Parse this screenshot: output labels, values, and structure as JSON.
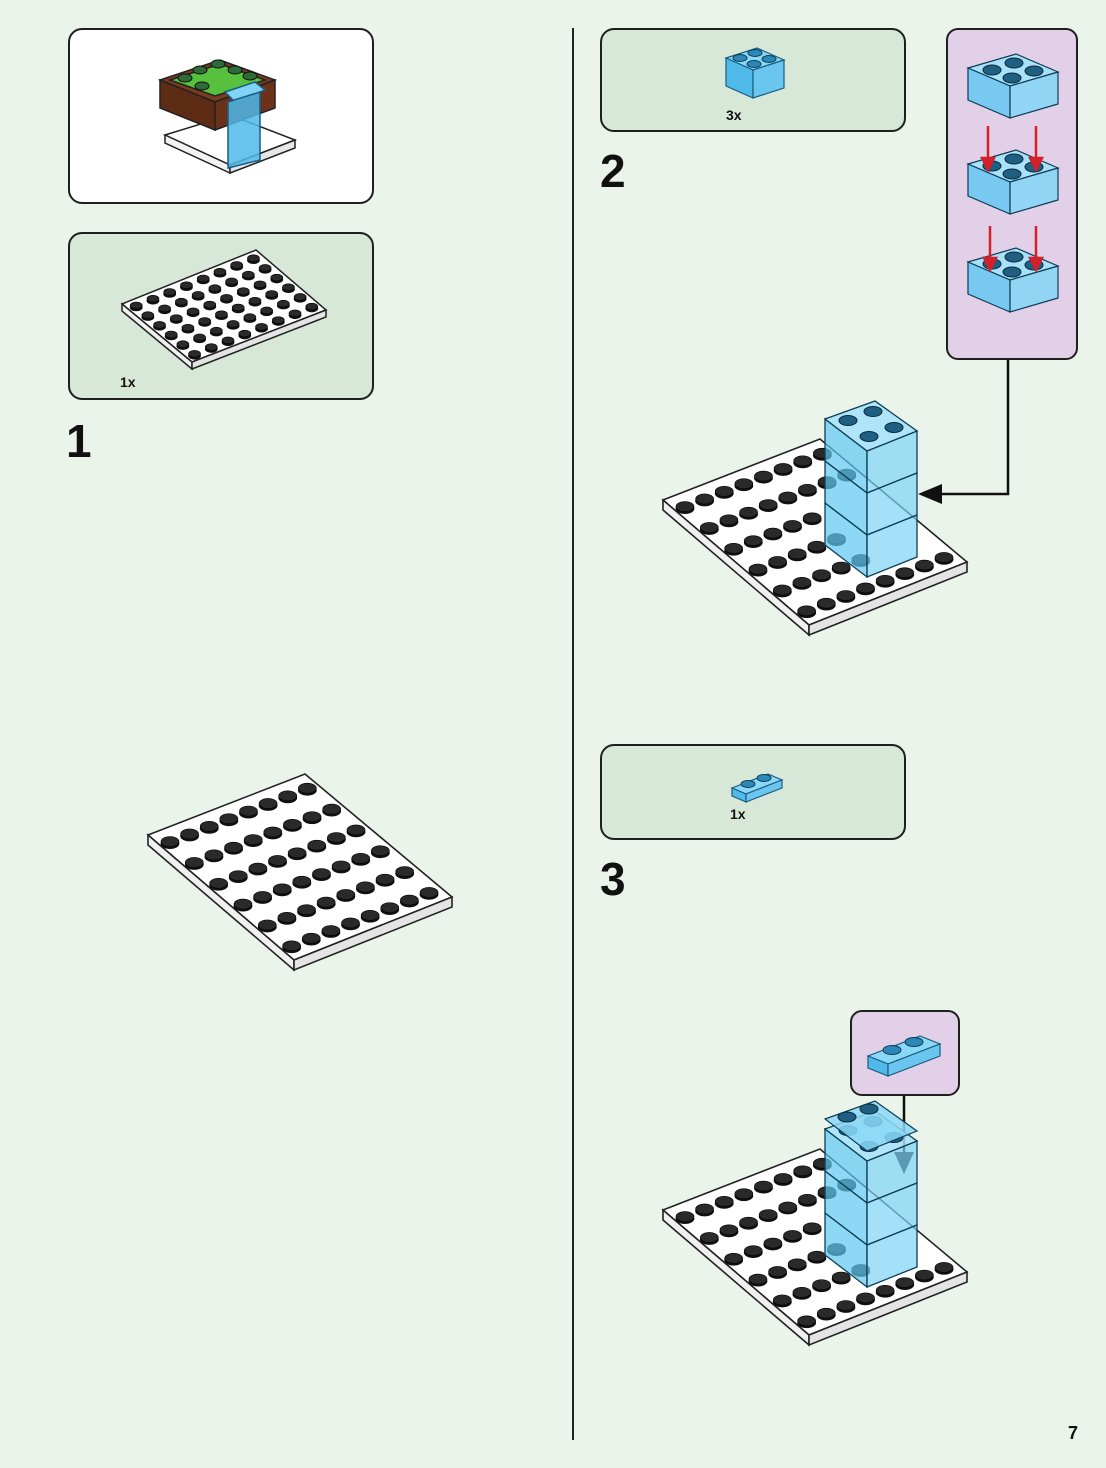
{
  "steps": [
    {
      "number": "1",
      "parts_qty": "1x"
    },
    {
      "number": "2",
      "parts_qty": "3x"
    },
    {
      "number": "3",
      "parts_qty": "1x"
    }
  ],
  "page_number": "7",
  "colors": {
    "background": "#eaf4ea",
    "parts_panel": "#d8e8d8",
    "callout": "#e2cfe8",
    "trans_blue": "#5cc7f2",
    "arrow_red": "#d4202a"
  }
}
